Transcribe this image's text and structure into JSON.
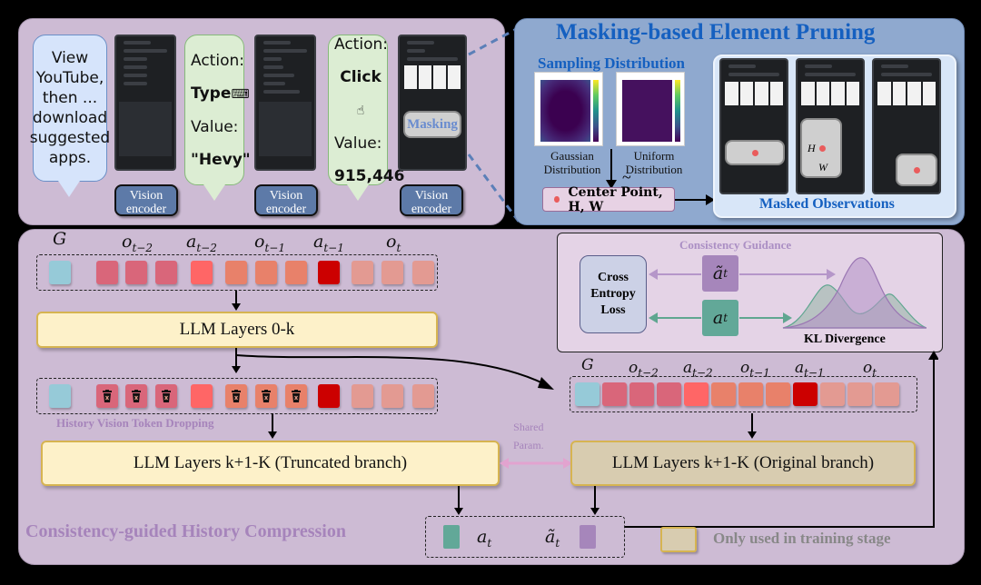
{
  "top_left": {
    "instruction_bubble": {
      "lines": [
        "View",
        "YouTube,",
        "then ...",
        "download",
        "suggested",
        "apps."
      ]
    },
    "action_bubble_1": {
      "action_label": "Action:",
      "action_value": "Type",
      "action_icon": "keyboard-typing-icon",
      "value_label": "Value:",
      "value": "\"Hevy\""
    },
    "action_bubble_2": {
      "action_label": "Action:",
      "action_value": "Click",
      "action_icon": "pointing-hand-icon",
      "value_label": "Value:",
      "value": "915,446"
    },
    "vision_encoder_label": "Vision encoder",
    "masking_overlay_label": "Masking"
  },
  "top_right": {
    "title": "Masking-based Element Pruning",
    "sampling_title": "Sampling Distribution",
    "distributions": [
      {
        "name": "Gaussian",
        "label_line2": "Distribution"
      },
      {
        "name": "Uniform",
        "label_line2": "Distribution"
      }
    ],
    "tilde_symbol": "~",
    "center_point_label": "Center Point, H, W",
    "masked_observations_title": "Masked Observations",
    "mask_dim_labels": {
      "height": "H",
      "width": "W"
    }
  },
  "bottom": {
    "token_labels": {
      "goal": "G",
      "o_t_minus_2": "o",
      "o_t_minus_2_sub": "t−2",
      "a_t_minus_2": "a",
      "a_t_minus_2_sub": "t−2",
      "o_t_minus_1": "o",
      "o_t_minus_1_sub": "t−1",
      "a_t_minus_1": "a",
      "a_t_minus_1_sub": "t−1",
      "o_t": "o",
      "o_t_sub": "t"
    },
    "token_colors": {
      "goal": "#96cad8",
      "obs_t_minus_2": "#d9667a",
      "act_t_minus_2": "#ff6666",
      "obs_t_minus_1": "#e8816a",
      "act_t_minus_1": "#cc0000",
      "obs_t": "#e39a92"
    },
    "llm_layers_0k": "LLM Layers 0-k",
    "dropping_label": "History Vision Token Dropping",
    "shared_param_label_1": "Shared",
    "shared_param_label_2": "Param.",
    "llm_truncated": "LLM Layers k+1-K (Truncated branch)",
    "llm_original": "LLM Layers k+1-K (Original branch)",
    "section_title": "Consistency-guided History Compression",
    "output_a_t": "a",
    "output_a_t_sub": "t",
    "output_a_tilde_t": "ã",
    "output_a_tilde_t_sub": "t",
    "legend_label": "Only used in training stage",
    "consistency_guidance": {
      "title": "Consistency Guidance",
      "cross_entropy_lines": [
        "Cross",
        "Entropy",
        "Loss"
      ],
      "a_tilde": "ã",
      "a_tilde_sub": "t",
      "a": "a",
      "a_sub": "t",
      "kl_label": "KL Divergence"
    }
  },
  "colors": {
    "purple_panel": "#cdbbd4",
    "blue_panel": "#8fa9cf",
    "title_blue": "#1560c0",
    "teal_action": "#62a898",
    "purple_action": "#a686bb",
    "llm_truncated_fill": "#fdf1c9",
    "llm_original_fill": "#d8ccb0"
  }
}
